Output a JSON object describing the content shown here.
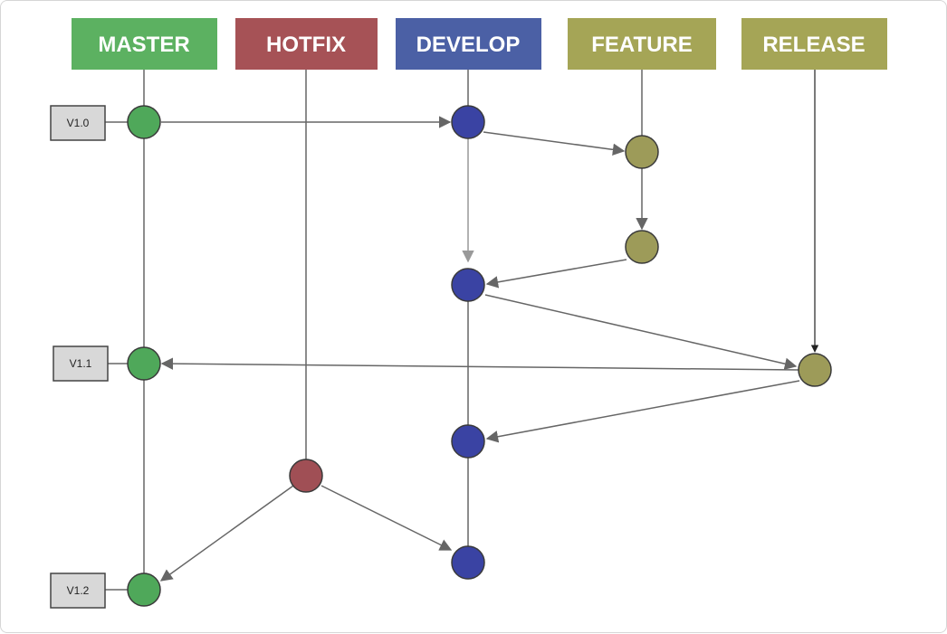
{
  "colors": {
    "master": "#5cb161",
    "hotfix": "#a65256",
    "develop": "#4b60a5",
    "feature": "#a5a556",
    "release": "#a5a556",
    "master_node": "#4fa85a",
    "hotfix_node": "#a04f55",
    "develop_node": "#3a43a3",
    "feature_node": "#9d9b59",
    "release_node": "#9d9b59",
    "line": "#666666",
    "tag_fill": "#d8d8d8",
    "tag_stroke": "#444444"
  },
  "branches": {
    "master": "MASTER",
    "hotfix": "HOTFIX",
    "develop": "DEVELOP",
    "feature": "FEATURE",
    "release": "RELEASE"
  },
  "tags": {
    "v1_0": "V1.0",
    "v1_1": "V1.1",
    "v1_2": "V1.2"
  }
}
